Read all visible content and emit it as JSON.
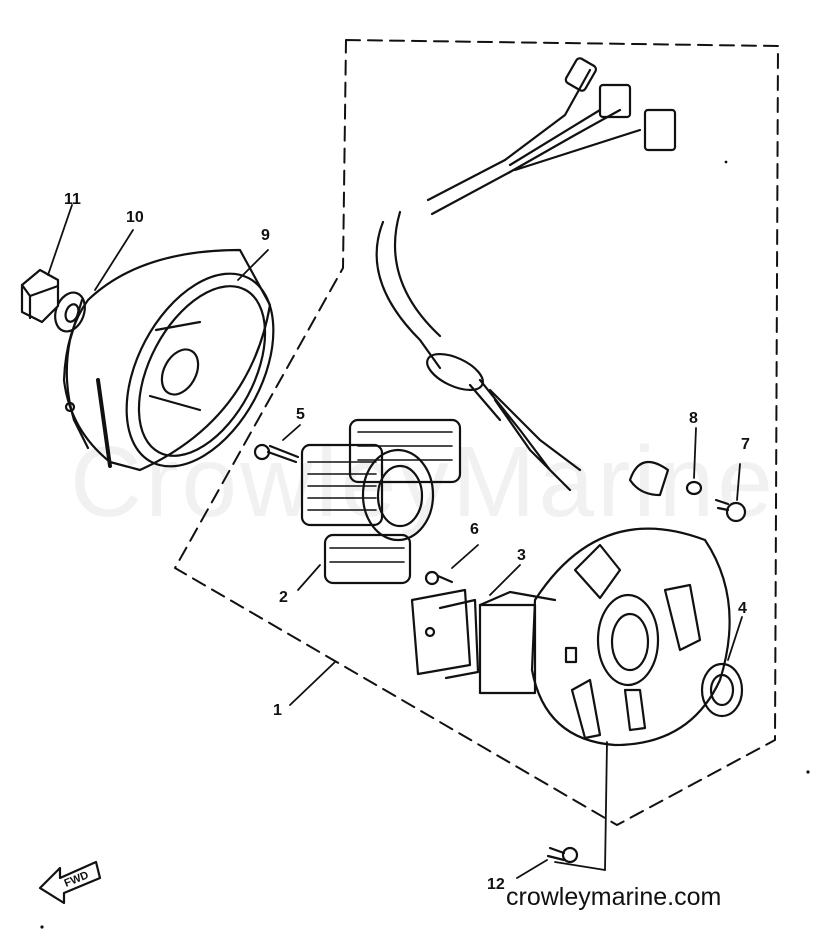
{
  "diagram": {
    "watermark_text": "CrowleyMarine",
    "website_text": "crowleymarine.com",
    "fwd_label": "FWD",
    "callouts": [
      "1",
      "2",
      "3",
      "4",
      "5",
      "6",
      "7",
      "8",
      "9",
      "10",
      "11",
      "12"
    ]
  }
}
